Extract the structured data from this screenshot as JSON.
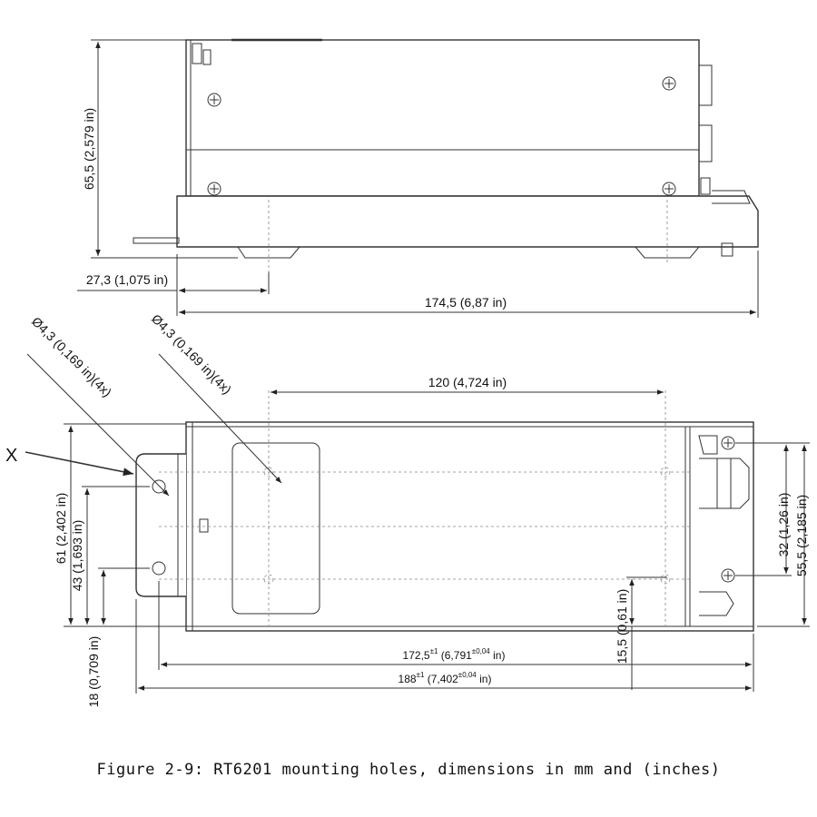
{
  "drawing": {
    "side_view": {
      "height_dim": "65,5 (2,579 in)",
      "offset_dim": "27,3 (1,075 in)",
      "length_dim": "174,5 (6,87 in)"
    },
    "top_view": {
      "hole_dim_1": "Ø4,3 (0,169 in)(4x)",
      "hole_dim_2": "Ø4,3 (0,169 in)(4x)",
      "hole_spacing_dim": "120 (4,724 in)",
      "x_label": "X",
      "left_dim_61": "61 (2,402 in)",
      "left_dim_43": "43 (1,693 in)",
      "left_dim_18": "18 (0,709 in)",
      "dim_15_5": "15,5 (0,61 in)",
      "right_dim_32": "32 (1,26 in)",
      "right_dim_55_5": "55,5 (2,185 in)",
      "dim_172_5_main": "172,5",
      "dim_172_5_tol": "±1",
      "dim_172_5_in": "(6,791",
      "dim_172_5_in_tol": "±0,04",
      "dim_172_5_in_end": " in)",
      "dim_188_main": "188",
      "dim_188_tol": "±1",
      "dim_188_in": "(7,402",
      "dim_188_in_tol": "±0,04",
      "dim_188_in_end": " in)"
    }
  },
  "caption": "Figure 2-9: RT6201 mounting holes, dimensions in mm and (inches)"
}
